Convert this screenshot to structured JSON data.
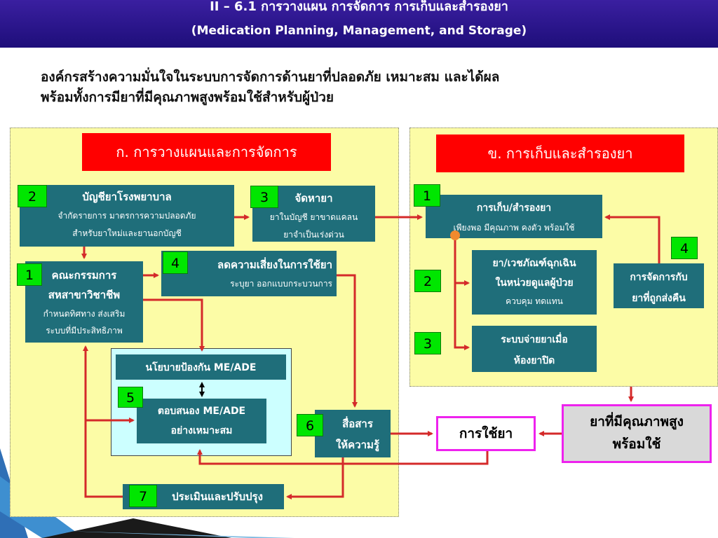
{
  "header": {
    "line1": "II – 6.1 การวางแผน การจัดการ การเก็บและสำรองยา",
    "line2": "(Medication Planning, Management, and Storage)"
  },
  "intro": {
    "line1": "องค์กรสร้างความมั่นใจในระบบการจัดการด้านยาที่ปลอดภัย เหมาะสม และได้ผล",
    "line2": "พร้อมทั้งการมียาที่มีคุณภาพสูงพร้อมใช้สำหรับผู้ป่วย"
  },
  "left_panel": {
    "title": "ก. การวางแผนและการจัดการ",
    "formulary": {
      "badge": "2",
      "title": "บัญชียาโรงพยาบาล",
      "line1": "จำกัดรายการ มาตรการความปลอดภัย",
      "line2": "สำหรับยาใหม่และยานอกบัญชี"
    },
    "procurement": {
      "badge": "3",
      "title": "จัดหายา",
      "line1": "ยาในบัญชี ยาขาดแคลน",
      "line2": "ยาจำเป็นเร่งด่วน"
    },
    "committee": {
      "badge": "1",
      "title1": "คณะกรรมการ",
      "title2": "สหสาขาวิชาชีพ",
      "line1": "กำหนดทิศทาง ส่งเสริม",
      "line2": "ระบบที่มีประสิทธิภาพ"
    },
    "risk": {
      "badge": "4",
      "title": "ลดความเสี่ยงในการใช้ยา",
      "line1": "ระบุยา ออกแบบกระบวนการ"
    },
    "policy": {
      "title": "นโยบายป้องกัน  ME/ADE"
    },
    "response": {
      "badge": "5",
      "line1": "ตอบสนอง  ME/ADE",
      "line2": "อย่างเหมาะสม"
    },
    "communicate": {
      "badge": "6",
      "line1": "สื่อสาร",
      "line2": "ให้ความรู้"
    },
    "evaluate": {
      "badge": "7",
      "title": "ประเมินและปรับปรุง"
    }
  },
  "right_panel": {
    "title": "ข. การเก็บและสำรองยา",
    "storage": {
      "badge": "1",
      "title": "การเก็บ/สำรองยา",
      "line1": "เพียงพอ มีคุณภาพ คงตัว พร้อมใช้"
    },
    "emergency": {
      "badge": "2",
      "line1": "ยา/เวชภัณฑ์ฉุกเฉิน",
      "line2": "ในหน่วยดูแลผู้ป่วย",
      "line3": "ควบคุม ทดแทน"
    },
    "after_hours": {
      "badge": "3",
      "line1": "ระบบจ่ายยาเมื่อ",
      "line2": "ห้องยาปิด"
    },
    "returns": {
      "badge": "4",
      "line1": "การจัดการกับ",
      "line2": "ยาที่ถูกส่งคืน"
    }
  },
  "bottom": {
    "use": "การใช้ยา",
    "quality_line1": "ยาที่มีคุณภาพสูง",
    "quality_line2": "พร้อมใช้"
  },
  "colors": {
    "header_bg": "#2a1690",
    "panel_bg": "#fcfca6",
    "red_header": "#ff0000",
    "teal_box": "#1f6e7a",
    "green_badge": "#00e600",
    "arrow": "#d42a2a",
    "magenta_border": "#ee22ee"
  }
}
